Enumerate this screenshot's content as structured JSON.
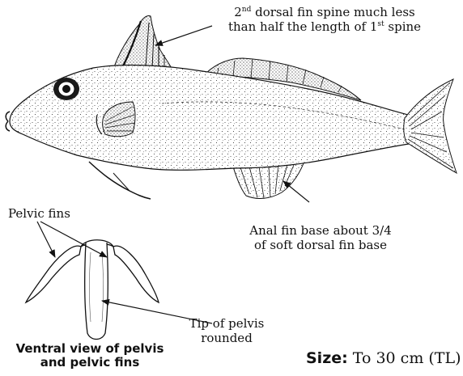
{
  "annotations": {
    "dorsal_spine_line1_a": "2",
    "dorsal_spine_line1_sup": "nd",
    "dorsal_spine_line1_b": " dorsal fin spine much less",
    "dorsal_spine_line2_a": "than half the length of 1",
    "dorsal_spine_line2_sup": "st",
    "dorsal_spine_line2_b": " spine",
    "pelvic_fins": "Pelvic fins",
    "anal_fin_line1": "Anal fin base about 3/4",
    "anal_fin_line2": "of soft dorsal fin base",
    "tip_pelvis_line1": "Tip of pelvis",
    "tip_pelvis_line2": "rounded"
  },
  "caption": {
    "line1": "Ventral view of pelvis",
    "line2": "and pelvic fins"
  },
  "size": {
    "key": "Size:",
    "value": " To 30 cm (TL)"
  },
  "colors": {
    "ink": "#111111",
    "background": "#ffffff"
  }
}
